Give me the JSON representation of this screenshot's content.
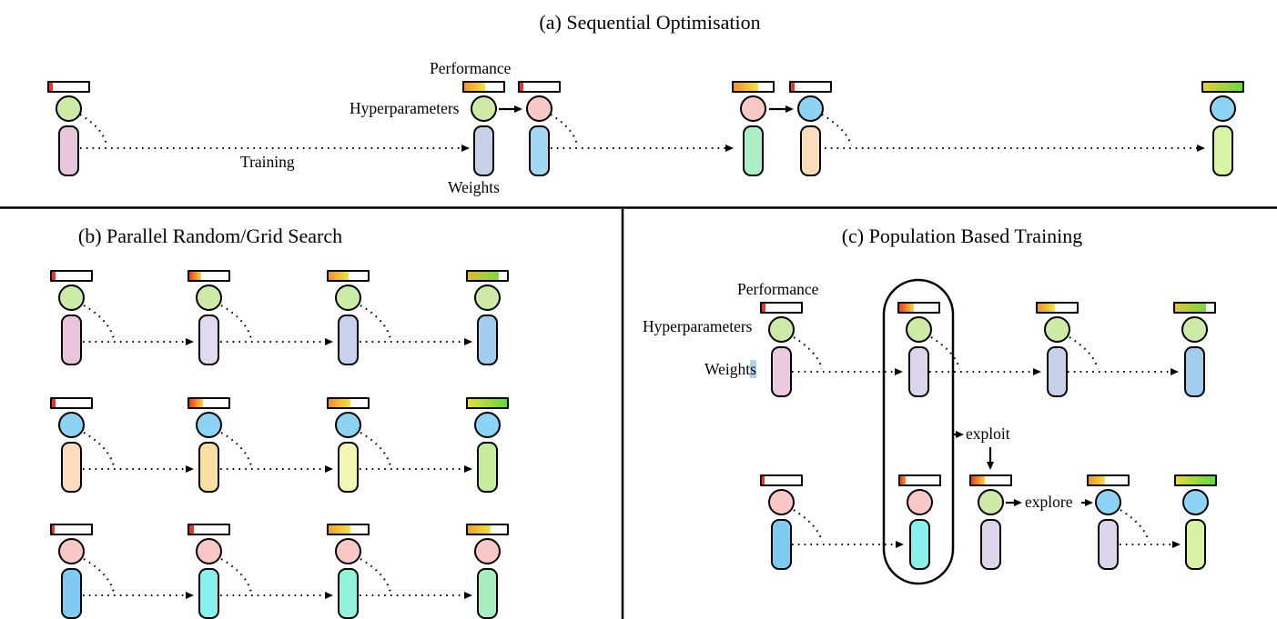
{
  "figure": {
    "panel_a": {
      "title": "(a) Sequential Optimisation",
      "labels": {
        "performance": "Performance",
        "hyperparameters": "Hyperparameters",
        "training": "Training",
        "weights": "Weights"
      }
    },
    "panel_b": {
      "title": "(b) Parallel Random/Grid Search"
    },
    "panel_c": {
      "title": "(c) Population Based Training",
      "labels": {
        "performance": "Performance",
        "hyperparameters": "Hyperparameters",
        "weights_prefix": "Weight",
        "weights_highlighted_suffix": "s",
        "exploit": "exploit",
        "explore": "explore"
      }
    }
  },
  "palette": {
    "circle_green": "#cdeba7",
    "circle_pink": "#f9c8c6",
    "circle_blue": "#8dd3f4",
    "bar_red": "#ee3320",
    "outline": "#000000",
    "selection_highlight": "#a9d3ee"
  },
  "workers": {
    "a1": {
      "circle": "green",
      "body": "#e8c5db",
      "bar": {
        "fraction": 0.1,
        "colors": [
          "#ee3320"
        ]
      }
    },
    "a2": {
      "circle": "green",
      "body": "#c9d0e9",
      "bar": {
        "fraction": 0.53,
        "colors": [
          "#f0922b",
          "#f2e43e"
        ]
      }
    },
    "a3": {
      "circle": "pink",
      "body": "#a3d8f3",
      "bar": {
        "fraction": 0.09,
        "colors": [
          "#ee3320"
        ]
      }
    },
    "a4": {
      "circle": "pink",
      "body": "#aaf0c4",
      "bar": {
        "fraction": 0.62,
        "colors": [
          "#f0922b",
          "#f2e43e"
        ]
      }
    },
    "a5": {
      "circle": "blue",
      "body": "#fbdcbb",
      "bar": {
        "fraction": 0.09,
        "colors": [
          "#ee3320"
        ]
      }
    },
    "a6": {
      "circle": "blue",
      "body": "#d8f3a1",
      "bar": {
        "fraction": 1.0,
        "colors": [
          "#e5cf33",
          "#68da3d"
        ]
      }
    },
    "b11": {
      "circle": "green",
      "body": "#e8c5db",
      "bar": {
        "fraction": 0.09,
        "colors": [
          "#ee3320"
        ]
      }
    },
    "b12": {
      "circle": "green",
      "body": "#e2d9ee",
      "bar": {
        "fraction": 0.3,
        "colors": [
          "#f43a1c",
          "#f2d839"
        ]
      }
    },
    "b13": {
      "circle": "green",
      "body": "#c9d2ec",
      "bar": {
        "fraction": 0.5,
        "colors": [
          "#f0922b",
          "#f2e43e"
        ]
      }
    },
    "b14": {
      "circle": "green",
      "body": "#a2cdec",
      "bar": {
        "fraction": 0.8,
        "colors": [
          "#e9b62e",
          "#72dc3e"
        ]
      }
    },
    "b21": {
      "circle": "blue",
      "body": "#fbdcbb",
      "bar": {
        "fraction": 0.09,
        "colors": [
          "#ee3320"
        ]
      }
    },
    "b22": {
      "circle": "blue",
      "body": "#f8dfa2",
      "bar": {
        "fraction": 0.34,
        "colors": [
          "#f43a1c",
          "#f2d839"
        ]
      }
    },
    "b23": {
      "circle": "blue",
      "body": "#f1f6b2",
      "bar": {
        "fraction": 0.55,
        "colors": [
          "#f0922b",
          "#f2e43e"
        ]
      }
    },
    "b24": {
      "circle": "blue",
      "body": "#c6eb9b",
      "bar": {
        "fraction": 1.0,
        "colors": [
          "#e3dd37",
          "#5ed93c"
        ]
      }
    },
    "b31": {
      "circle": "pink",
      "body": "#7ecaf1",
      "bar": {
        "fraction": 0.08,
        "colors": [
          "#ee3320"
        ]
      }
    },
    "b32": {
      "circle": "pink",
      "body": "#89f0ed",
      "bar": {
        "fraction": 0.11,
        "colors": [
          "#ee3320"
        ]
      }
    },
    "b33": {
      "circle": "pink",
      "body": "#94f3db",
      "bar": {
        "fraction": 0.55,
        "colors": [
          "#f0a02c",
          "#f2e43e"
        ]
      }
    },
    "b34": {
      "circle": "pink",
      "body": "#a7efc1",
      "bar": {
        "fraction": 0.58,
        "colors": [
          "#f0a02c",
          "#f2e43e"
        ]
      }
    },
    "c11": {
      "circle": "green",
      "body": "#ecc9df",
      "bar": {
        "fraction": 0.09,
        "colors": [
          "#ee3320"
        ]
      }
    },
    "c12": {
      "circle": "green",
      "body": "#ded5eb",
      "bar": {
        "fraction": 0.37,
        "colors": [
          "#f43a1c",
          "#f2d839"
        ]
      }
    },
    "c13": {
      "circle": "green",
      "body": "#c8d1ec",
      "bar": {
        "fraction": 0.45,
        "colors": [
          "#f0922b",
          "#f2e43e"
        ]
      }
    },
    "c14": {
      "circle": "green",
      "body": "#a1ccee",
      "bar": {
        "fraction": 0.8,
        "colors": [
          "#e9c231",
          "#72dc3e"
        ]
      }
    },
    "c21": {
      "circle": "pink",
      "body": "#7ecaf1",
      "bar": {
        "fraction": 0.08,
        "colors": [
          "#ee3320"
        ]
      }
    },
    "c22": {
      "circle": "pink",
      "body": "#8af0ec",
      "bar": {
        "fraction": 0.14,
        "colors": [
          "#f43a1c",
          "#f59b31"
        ]
      }
    },
    "c23": {
      "circle": "green",
      "body": "#ded5eb",
      "bar": {
        "fraction": 0.35,
        "colors": [
          "#f43a1c",
          "#f2d839"
        ]
      }
    },
    "c24": {
      "circle": "blue",
      "body": "#ded5eb",
      "bar": {
        "fraction": 0.42,
        "colors": [
          "#f0922b",
          "#f2e43e"
        ]
      }
    },
    "c25": {
      "circle": "blue",
      "body": "#d6f2a2",
      "bar": {
        "fraction": 1.0,
        "colors": [
          "#e3dd37",
          "#5ed93c"
        ]
      }
    }
  }
}
